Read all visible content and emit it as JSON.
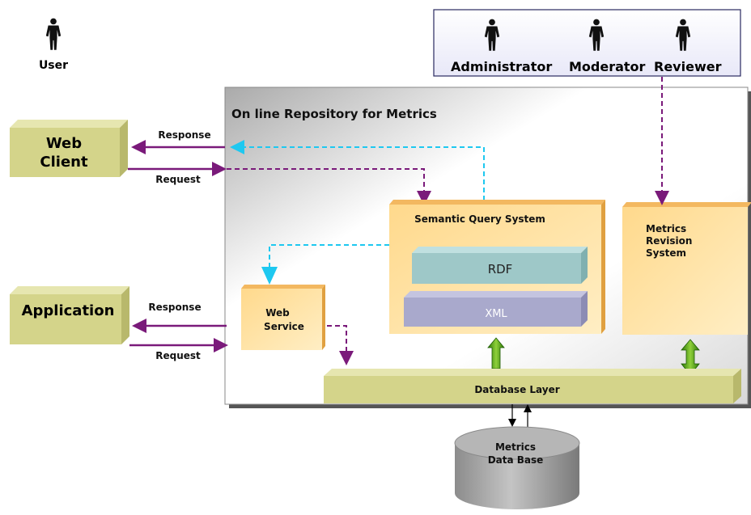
{
  "actors": {
    "user": "User",
    "administrator": "Administrator",
    "moderator": "Moderator",
    "reviewer": "Reviewer"
  },
  "repository": {
    "title": "On line Repository for Metrics"
  },
  "clients": {
    "web_client_line1": "Web",
    "web_client_line2": "Client",
    "application": "Application"
  },
  "edges": {
    "web_response": "Response",
    "web_request": "Request",
    "app_response": "Response",
    "app_request": "Request"
  },
  "components": {
    "semantic_query": "Semantic Query System",
    "rdf": "RDF",
    "xml": "XML",
    "metrics_revision_line1": "Metrics",
    "metrics_revision_line2": "Revision",
    "metrics_revision_line3": "System",
    "web_service_line1": "Web",
    "web_service_line2": "Service",
    "database_layer": "Database Layer",
    "db_line1": "Metrics",
    "db_line2": "Data Base"
  },
  "colors": {
    "box_front": "#d4d48a",
    "box_top": "#e6e6b0",
    "box_side": "#b8b86c",
    "orange_panel": "#ffd27a",
    "orange_panel_top": "#f3b860",
    "rdf": "#9ec8c8",
    "xml": "#a9a9cc",
    "request_arrow": "#7a1a7a",
    "response_arrow": "#1ec8f0",
    "green_arrow": "#3c8c10",
    "cylinder": "#a8a8a8"
  }
}
